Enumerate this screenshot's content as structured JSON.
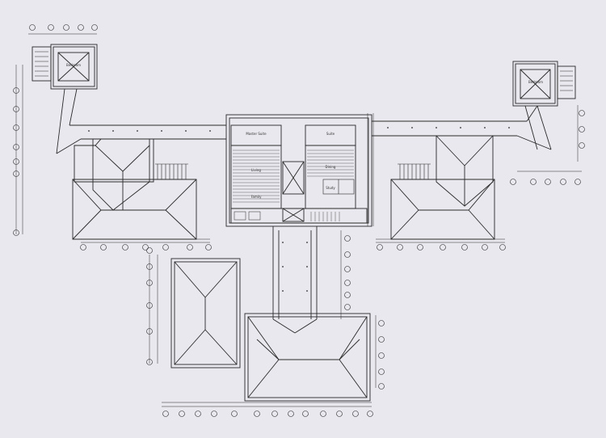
{
  "drawing": {
    "line_color": "#2a2a2a",
    "paper_color": "#e9e8ee",
    "room_labels": [
      "Master Suite",
      "Suite",
      "Bedroom",
      "Bedroom",
      "Living",
      "Dining",
      "Family",
      "Study"
    ]
  }
}
